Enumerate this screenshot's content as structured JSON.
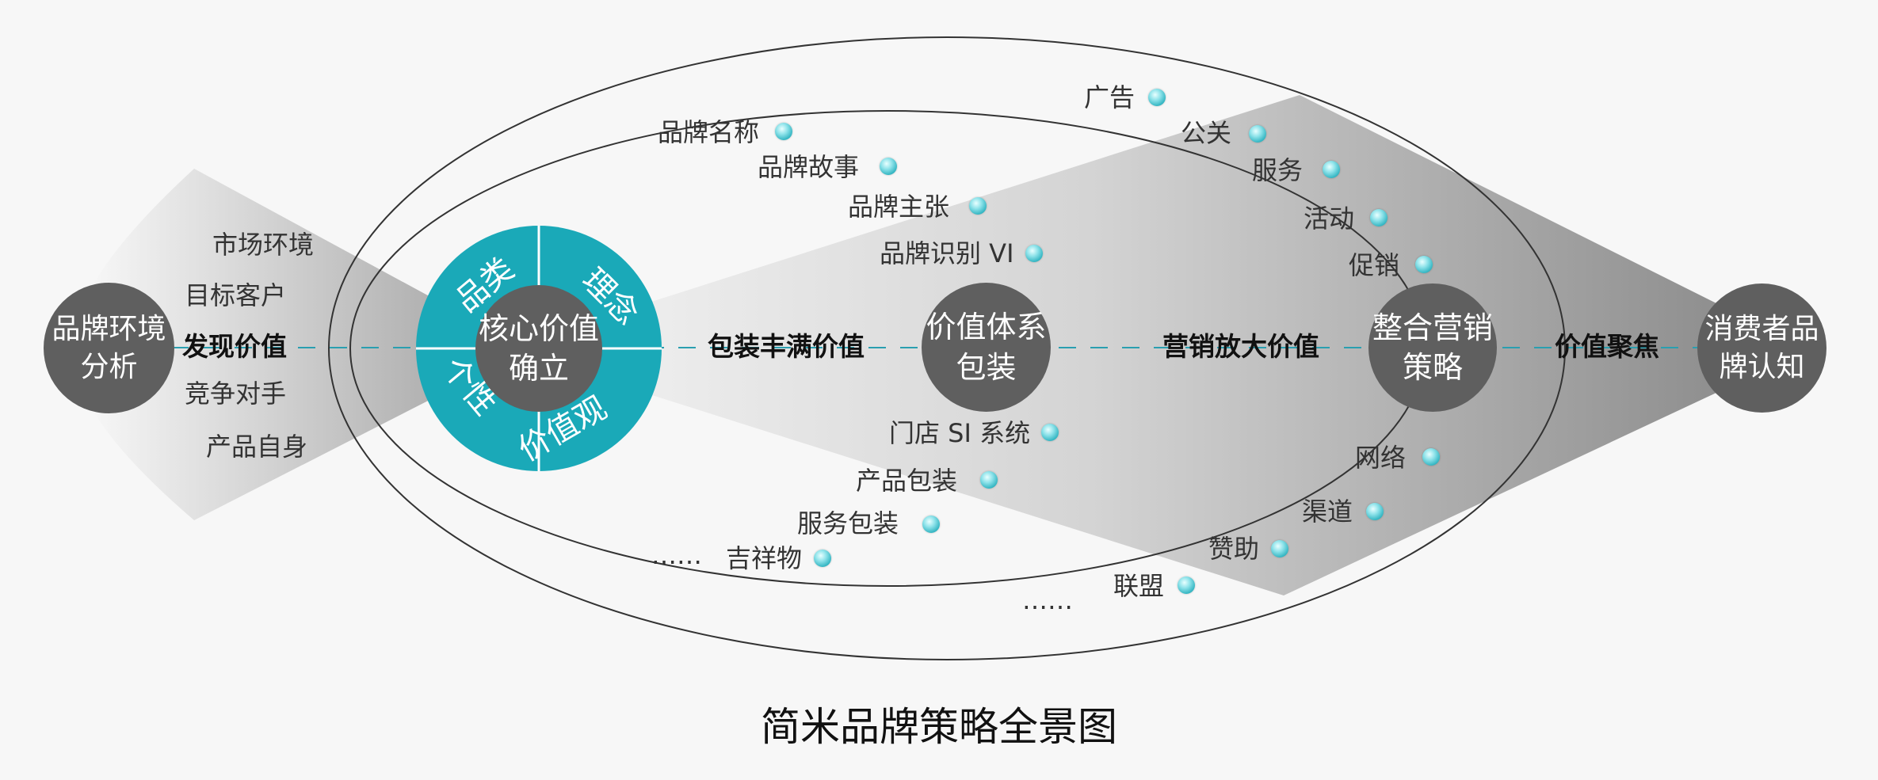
{
  "title": "简米品牌策略全景图",
  "nodes": {
    "analysis": [
      "品牌环境",
      "分析"
    ],
    "core": [
      "核心价值",
      "确立"
    ],
    "system": [
      "价值体系",
      "包装"
    ],
    "marketing": [
      "整合营销",
      "策略"
    ],
    "consumer": [
      "消费者品",
      "牌认知"
    ]
  },
  "ring": {
    "segments": [
      "品类",
      "理念",
      "个性",
      "价值观"
    ],
    "color": "#1aa9b8"
  },
  "steps": [
    "发现价值",
    "包装丰满价值",
    "营销放大价值",
    "价值聚焦"
  ],
  "left_items": [
    "市场环境",
    "目标客户",
    "竞争对手",
    "产品自身"
  ],
  "inner_top_items": [
    "品牌名称",
    "品牌故事",
    "品牌主张",
    "品牌识别 VI"
  ],
  "inner_bottom_items": [
    "门店 SI 系统",
    "产品包装",
    "服务包装",
    "吉祥物"
  ],
  "inner_ellipsis": "……",
  "outer_top_items": [
    "广告",
    "公关",
    "服务",
    "活动",
    "促销"
  ],
  "outer_bottom_items": [
    "网络",
    "渠道",
    "赞助",
    "联盟"
  ],
  "outer_ellipsis": "……",
  "colors": {
    "node": "#5f5f5f",
    "accent": "#1aa9b8",
    "dashed_line": "#2a9fb0",
    "dot": "#3fc0cc"
  }
}
